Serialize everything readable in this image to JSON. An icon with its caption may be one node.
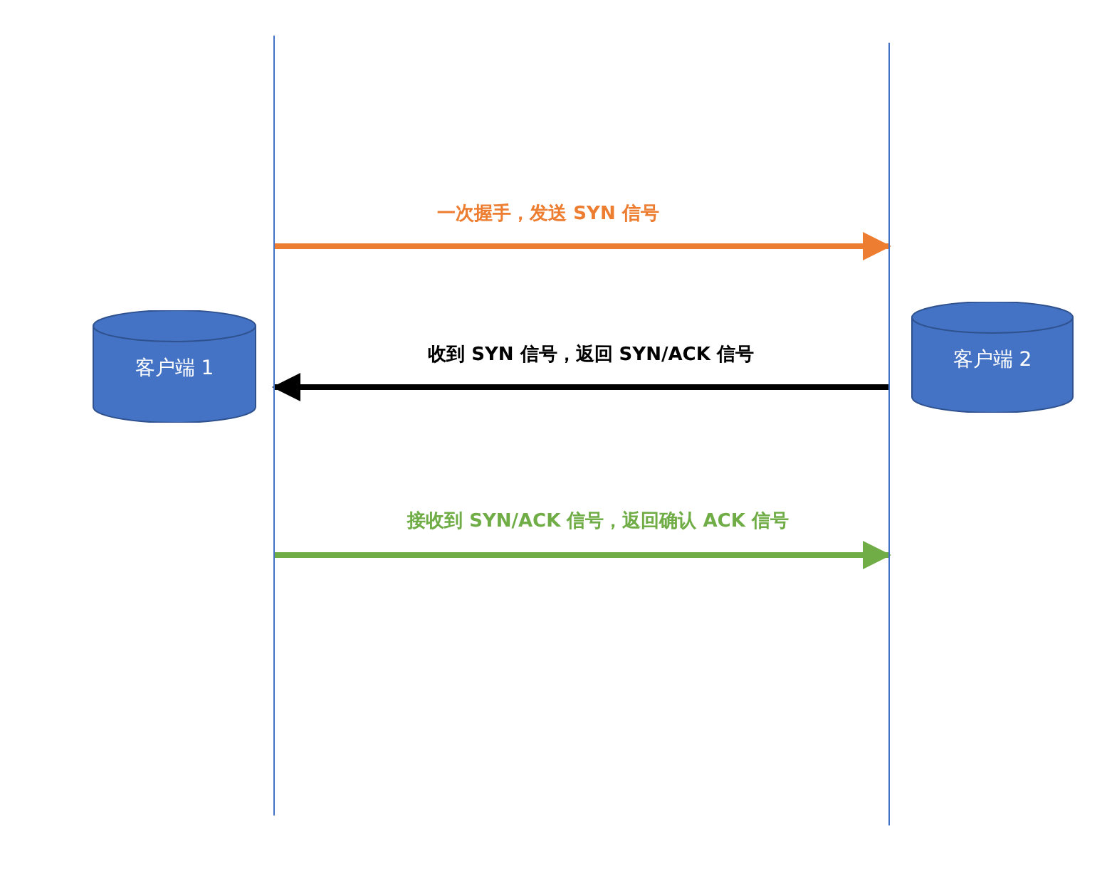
{
  "diagram": {
    "nodes": [
      {
        "text": [
          "客户端 1"
        ]
      },
      {
        "text": [],
        "shape": "line"
      },
      {
        "text": [],
        "shape": "line"
      },
      {
        "text": [
          "客户端 2"
        ]
      }
    ],
    "edges": [
      {
        "from": 1,
        "to": 2,
        "arrow": "to",
        "label": "一次握手，发送 SYN 信号",
        "color": "#ed7d31"
      },
      {
        "from": 2,
        "to": 1,
        "arrow": "to",
        "label": "收到 SYN 信号，返回 SYN/ACK 信号",
        "color": "#000000"
      },
      {
        "from": 1,
        "to": 2,
        "arrow": "to",
        "label": "接收到 SYN/ACK 信号，返回确认 ACK 信号",
        "color": "#70ad47"
      }
    ]
  }
}
